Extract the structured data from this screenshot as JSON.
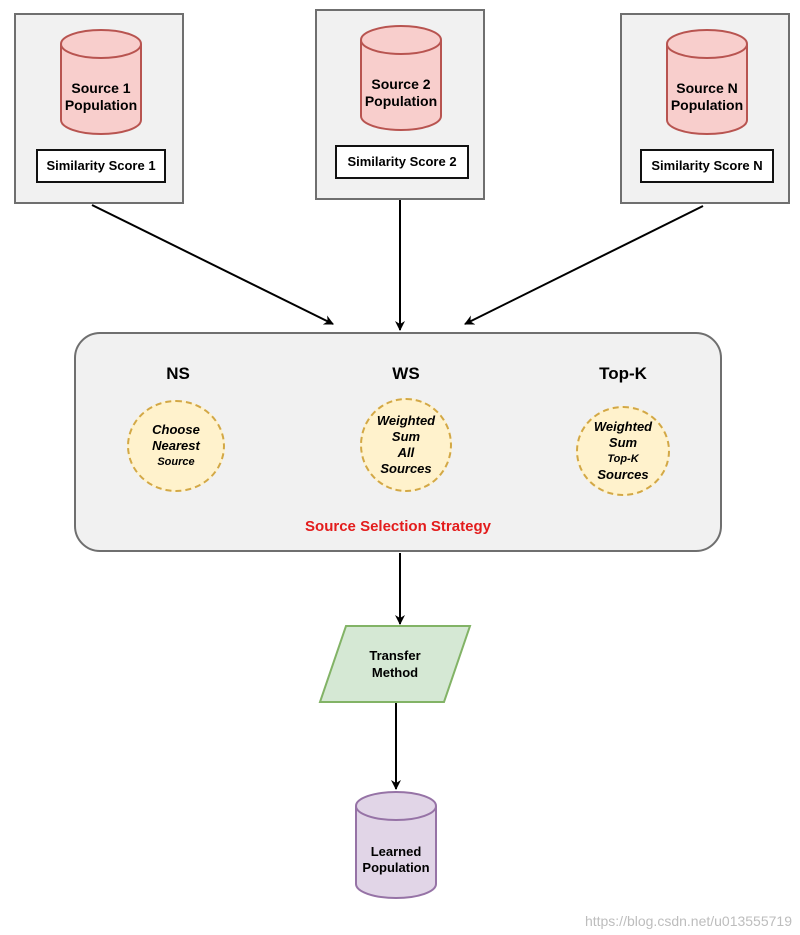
{
  "sources": [
    {
      "line1": "Source 1",
      "line2": "Population",
      "score": "Similarity Score 1"
    },
    {
      "line1": "Source 2",
      "line2": "Population",
      "score": "Similarity Score 2"
    },
    {
      "line1": "Source N",
      "line2": "Population",
      "score": "Similarity Score N"
    }
  ],
  "strategy": {
    "title": "Source Selection Strategy",
    "items": [
      {
        "heading": "NS",
        "lines": [
          "Choose",
          "Nearest",
          "Source"
        ]
      },
      {
        "heading": "WS",
        "lines": [
          "Weighted",
          "Sum",
          "All",
          "Sources"
        ]
      },
      {
        "heading": "Top-K",
        "lines": [
          "Weighted",
          "Sum",
          "Top-K",
          "Sources"
        ]
      }
    ]
  },
  "transfer": {
    "line1": "Transfer",
    "line2": "Method"
  },
  "learned": {
    "line1": "Learned",
    "line2": "Population"
  },
  "watermark": "https://blog.csdn.net/u013555719",
  "colors": {
    "source_fill": "#f8cecc",
    "source_stroke": "#b85450",
    "transfer_fill": "#d5e8d4",
    "transfer_stroke": "#82b366",
    "learned_fill": "#e1d5e7",
    "learned_stroke": "#9673a6",
    "strategy_title": "#e31c1c",
    "circle_fill": "#fff2cc",
    "circle_stroke": "#d3a845"
  }
}
